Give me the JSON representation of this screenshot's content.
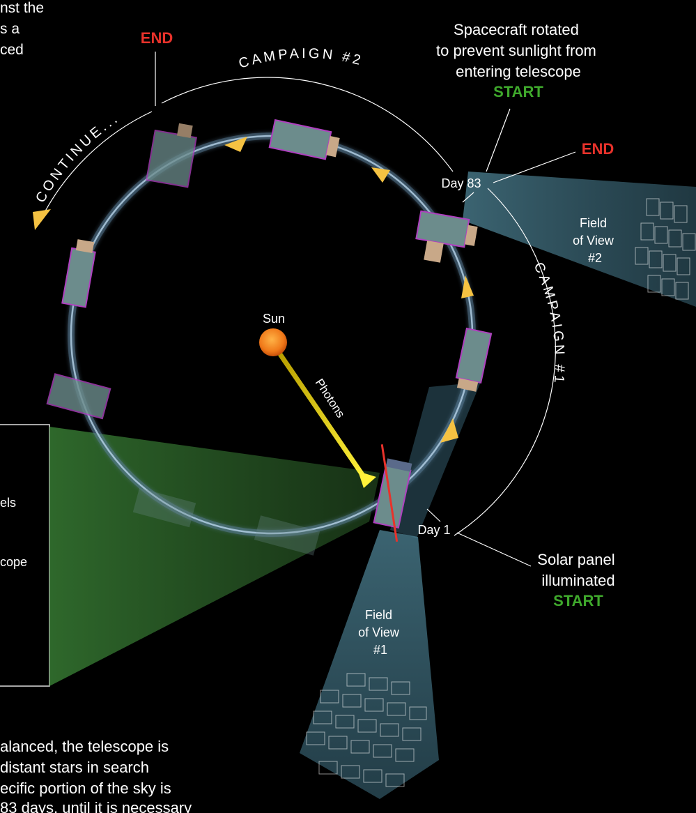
{
  "top_left_text": [
    "nst the",
    "s a",
    "ced"
  ],
  "left_box_text": [
    "els",
    "cope"
  ],
  "bottom_text": [
    "alanced, the telescope is",
    "distant stars in search",
    "ecific portion of the sky is",
    "83 days, until it is necessary"
  ],
  "continue_label": "CONTINUE...",
  "continue_end": "END",
  "campaign2": {
    "label": "CAMPAIGN #2",
    "note_lines": [
      "Spacecraft rotated",
      "to prevent sunlight from",
      "entering telescope"
    ],
    "start": "START",
    "end": "END",
    "day": "Day 83"
  },
  "campaign1": {
    "label": "CAMPAIGN #1",
    "day": "Day 1",
    "note_lines": [
      "Solar panel",
      "illuminated"
    ],
    "start": "START"
  },
  "fov1": [
    "Field",
    "of View",
    "#1"
  ],
  "fov2": [
    "Field",
    "of View",
    "#2"
  ],
  "sun_label": "Sun",
  "photons_label": "Photons",
  "colors": {
    "red": "#e8322b",
    "green": "#3fa82c",
    "orbit": "#9cc3e0",
    "arrow": "#f5c242",
    "sun": "#f07a1a",
    "fov_blue": "#3f6f82",
    "fov_green": "#2f6e2c"
  }
}
